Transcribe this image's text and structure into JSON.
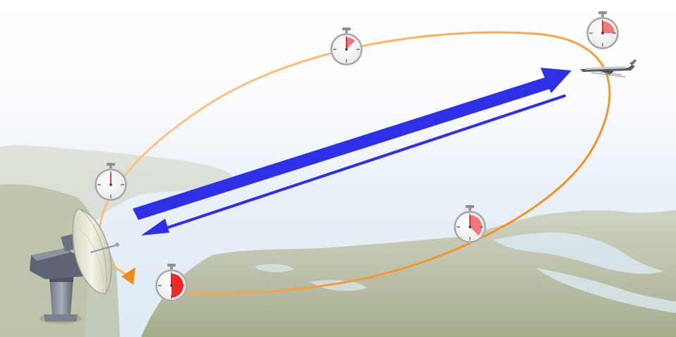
{
  "diagram": {
    "subject": "radar-echo-timing",
    "nodes": [
      {
        "id": "radar",
        "icon": "radar-dish-icon"
      },
      {
        "id": "aircraft",
        "icon": "airplane-icon"
      }
    ],
    "signals": [
      {
        "id": "transmitted-pulse",
        "from": "radar",
        "to": "aircraft",
        "color": "#2f2fe6"
      },
      {
        "id": "echo",
        "from": "aircraft",
        "to": "radar",
        "color": "#2f2fe6"
      }
    ],
    "timer_path": {
      "icon": "stopwatch-icon",
      "color_start": "#ffd7a8",
      "color_end": "#f28a16"
    },
    "timers": [
      {
        "id": "t1",
        "elapsed_fraction": 0.0
      },
      {
        "id": "t2",
        "elapsed_fraction": 0.125
      },
      {
        "id": "t3",
        "elapsed_fraction": 0.25
      },
      {
        "id": "t4",
        "elapsed_fraction": 0.375
      },
      {
        "id": "t5",
        "elapsed_fraction": 0.5
      }
    ],
    "colors": {
      "sky": "#ffffff",
      "sea": "#e2edf6",
      "land": "#a8b08a",
      "timer_fill": "#f07878",
      "timer_fill_full": "#ee2a2a"
    }
  }
}
